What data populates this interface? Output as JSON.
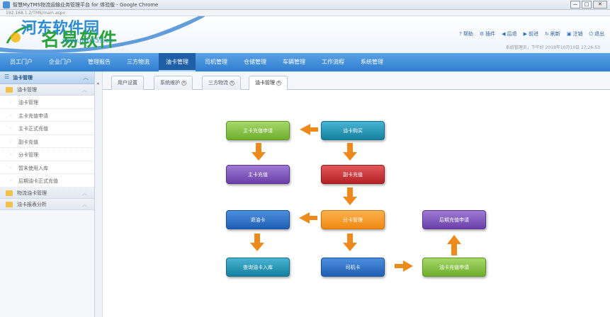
{
  "window": {
    "title": "智慧MyTMS物流运输业务管理平台 for 体验版 - Google Chrome",
    "url": "192.168.1.2/TMS/main.aspx",
    "buttons": {
      "minimize": "—",
      "maximize": "□",
      "close": "✕"
    }
  },
  "header": {
    "logo_text": "名易软件",
    "watermark_name": "河东软件园",
    "watermark_url": "www.pc0359.cn",
    "toplinks": [
      {
        "icon": "help-icon",
        "glyph": "?",
        "label": "帮助"
      },
      {
        "icon": "tools-icon",
        "glyph": "⚙",
        "label": "插件"
      },
      {
        "icon": "back-icon",
        "glyph": "◀",
        "label": "后退"
      },
      {
        "icon": "forward-icon",
        "glyph": "▶",
        "label": "前进"
      },
      {
        "icon": "refresh-icon",
        "glyph": "↻",
        "label": "刷新"
      },
      {
        "icon": "logout-icon",
        "glyph": "▣",
        "label": "注销"
      },
      {
        "icon": "exit-icon",
        "glyph": "⏻",
        "label": "退出"
      }
    ],
    "user_line": "系统管理员，下午好    2018年10月10日  17:26:53"
  },
  "nav": {
    "items": [
      "员工门户",
      "企业门户",
      "管理报告",
      "三方物流",
      "油卡管理",
      "司机管理",
      "仓储管理",
      "车辆管理",
      "工作流程",
      "系统管理"
    ],
    "active_index": 4
  },
  "sidebar": {
    "title": "油卡管理",
    "groups": [
      {
        "label": "油卡管理",
        "expanded": true,
        "items": [
          "油卡管理",
          "主卡充值申请",
          "主卡正式充值",
          "副卡充值",
          "分卡管理",
          "暂未使用入库",
          "后期油卡正式充值"
        ]
      },
      {
        "label": "物流油卡管理",
        "expanded": false,
        "items": []
      },
      {
        "label": "油卡报表分析",
        "expanded": false,
        "items": []
      }
    ],
    "collapse_glyph": "︿"
  },
  "splitter": {
    "glyph": "◂"
  },
  "tabs": [
    {
      "label": "用户设置",
      "closable": false
    },
    {
      "label": "系统维护",
      "closable": true
    },
    {
      "label": "三方物流",
      "closable": true
    },
    {
      "label": "油卡管理",
      "closable": true,
      "active": true
    }
  ],
  "flow": {
    "boxes": {
      "main_apply": "主卡充值申请",
      "oil_purchase": "油卡购买",
      "main_recharge": "主卡充值",
      "sub_recharge": "副卡充值",
      "return_card": "退油卡",
      "card_manage": "分卡管理",
      "late_apply": "后期充值申请",
      "query_stock": "查询油卡入库",
      "driver_card": "司机卡",
      "formal_recharge": "油卡充值申请"
    },
    "colors": {
      "arrow": "#ee8a1c"
    }
  }
}
